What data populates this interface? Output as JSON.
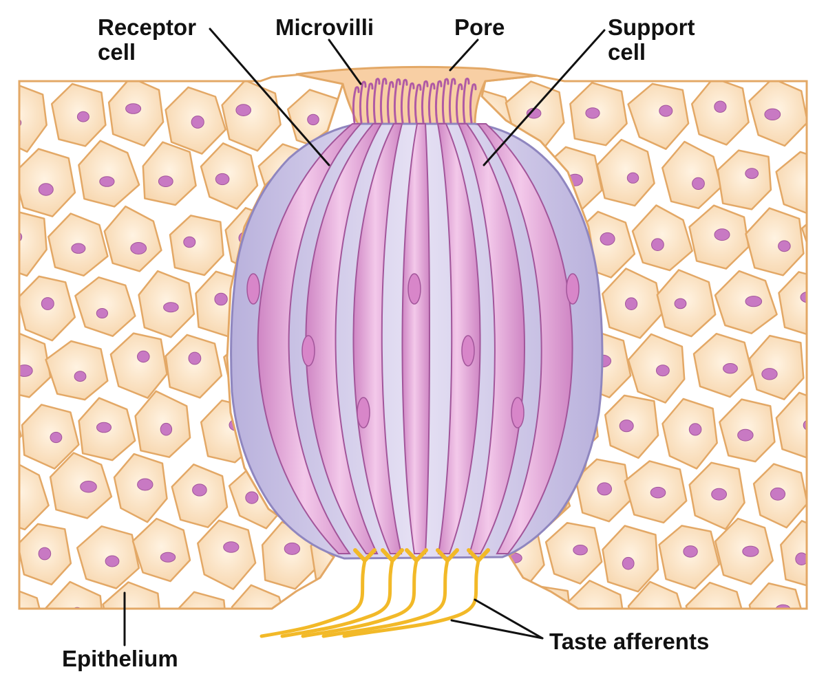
{
  "labels": {
    "receptor_cell": {
      "line1": "Receptor",
      "line2": "cell"
    },
    "microvilli": "Microvilli",
    "pore": "Pore",
    "support_cell": {
      "line1": "Support",
      "line2": "cell"
    },
    "epithelium": "Epithelium",
    "taste_afferents": "Taste afferents"
  },
  "colors": {
    "epithelium_fill": "#fbe3c4",
    "epithelium_outline": "#e3a866",
    "nucleus": "#c879c3",
    "support_cell_fill": "#cdc6e6",
    "receptor_cell_fill": "#e3a7d6",
    "receptor_cell_outline": "#a2559a",
    "nerve_fiber": "#f2b928",
    "leader_line": "#111111"
  }
}
